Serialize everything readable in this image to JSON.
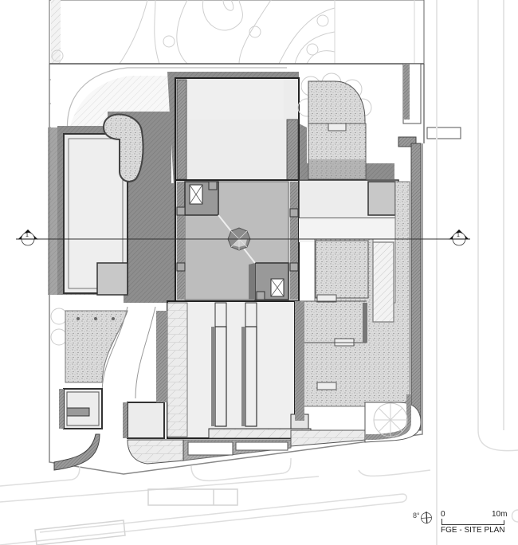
{
  "drawing": {
    "title": "FGE - SITE PLAN",
    "scale_bar": {
      "start_label": "0",
      "end_label": "10m"
    },
    "north_arrow": {
      "rotation_label": "8°",
      "icon": "north-arrow-icon"
    },
    "section_markers": [
      {
        "id": "left",
        "label": "1",
        "icon": "section-marker-icon"
      },
      {
        "id": "right",
        "label": "1",
        "icon": "section-marker-icon"
      }
    ],
    "zones": [
      {
        "name": "north-lawn-contours",
        "fill": "#ffffff"
      },
      {
        "name": "west-building",
        "fill": "#ececec"
      },
      {
        "name": "central-courtyard-roof",
        "fill": "#bdbdbd"
      },
      {
        "name": "north-block",
        "fill": "#ececec"
      },
      {
        "name": "south-block",
        "fill": "#efefef"
      },
      {
        "name": "east-gravel-garden",
        "fill": "#d8d8d8"
      },
      {
        "name": "southwest-gravel-garden",
        "fill": "#d8d8d8"
      },
      {
        "name": "street",
        "fill": "#ffffff"
      }
    ],
    "colors": {
      "shadow": "#8f8f8f",
      "wall": "#555555",
      "roof": "#bdbdbd",
      "gravel": "#d4d4d4",
      "line": "#333333",
      "faint": "#d0d0d0"
    }
  }
}
